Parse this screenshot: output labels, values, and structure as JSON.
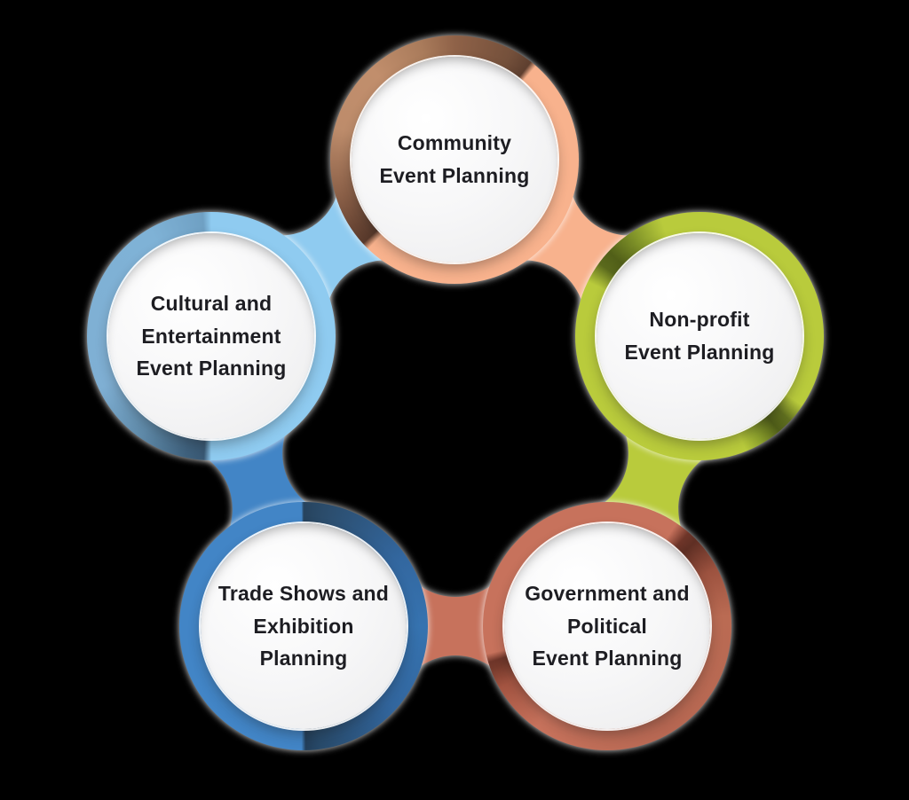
{
  "background_color": "#000000",
  "text_color": "#1D1D22",
  "nodes": [
    {
      "id": "community",
      "position": "top",
      "label": "Community\nEvent Planning",
      "ring_color": "#F8B28D"
    },
    {
      "id": "nonprofit",
      "position": "right",
      "label": "Non-profit\nEvent Planning",
      "ring_color": "#B9CB3C"
    },
    {
      "id": "government",
      "position": "bottom-right",
      "label": "Government and\nPolitical\nEvent Planning",
      "ring_color": "#C7725C"
    },
    {
      "id": "tradeshows",
      "position": "bottom-left",
      "label": "Trade Shows and\nExhibition Planning",
      "ring_color": "#4285C6"
    },
    {
      "id": "cultural",
      "position": "left",
      "label": "Cultural and\nEntertainment\nEvent Planning",
      "ring_color": "#8FCBF0"
    }
  ],
  "connectors": [
    {
      "from": "cultural",
      "to": "community",
      "color": "#8FCBF0"
    },
    {
      "from": "community",
      "to": "nonprofit",
      "color": "#F8B28D"
    },
    {
      "from": "nonprofit",
      "to": "government",
      "color": "#B9CB3C"
    },
    {
      "from": "government",
      "to": "tradeshows",
      "color": "#C7725C"
    },
    {
      "from": "tradeshows",
      "to": "cultural",
      "color": "#4285C6"
    }
  ]
}
